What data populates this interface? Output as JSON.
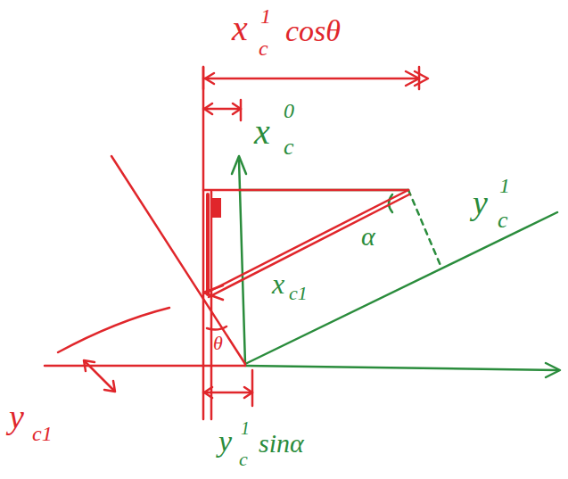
{
  "diagram": {
    "labels": [
      "x",
      "c",
      "1",
      "cosθ",
      "x",
      "0",
      "c",
      "α",
      "y",
      "1",
      "c",
      "x",
      "c1",
      "θ",
      "y",
      "c1",
      "y",
      "1",
      "c",
      "sinα"
    ]
  }
}
